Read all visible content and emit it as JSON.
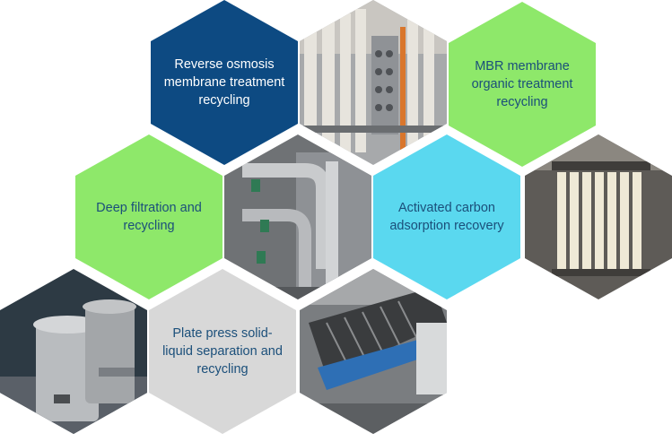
{
  "hexagons": {
    "reverse_osmosis": {
      "label": "Reverse osmosis membrane treatment recycling",
      "color": "#0d4a82"
    },
    "mbr": {
      "label": "MBR membrane organic treatment recycling",
      "color": "#8ee86a"
    },
    "deep_filtration": {
      "label": "Deep filtration and recycling",
      "color": "#8ee86a"
    },
    "activated_carbon": {
      "label": "Activated carbon adsorption recovery",
      "color": "#5ad8ef"
    },
    "plate_press": {
      "label": "Plate press solid-liquid separation and recycling",
      "color": "#d8d8d8"
    }
  }
}
